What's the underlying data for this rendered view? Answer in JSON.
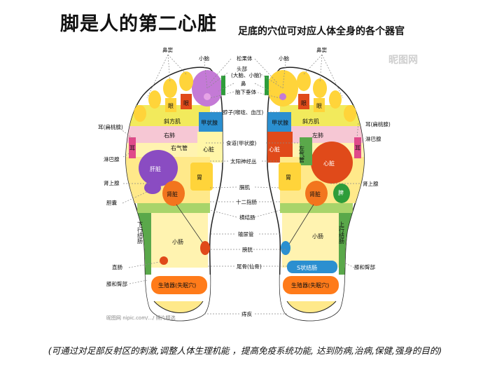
{
  "title": "脚是人的第二心脏",
  "subtitle": "足底的穴位可对应人体全身的各个器官",
  "footer": "(可通过对足部反射区的刺激,调整人体生理机能 ，提高免疫系统功能, 达到防病,治病,保健,强身的目的)",
  "watermark_left": "昵图网 nipic.com/.../ 照片精选",
  "watermark_right": "昵图网",
  "zones": {
    "lung_l": "右肺",
    "lung_r": "左肺",
    "trachea_l": "斜方肌",
    "trachea_r": "斜方肌",
    "bronchus_l": "右气管",
    "bronchus_r": "左气管",
    "liver": "肝脏",
    "heart_l": "心脏",
    "heart_r": "心脏",
    "thyroid_l": "甲状腺",
    "thyroid_r": "甲状腺",
    "stomach_l": "胃",
    "stomach_r": "胃",
    "kidney_l": "肾脏",
    "kidney_r": "肾脏",
    "spleen": "脾",
    "colon_l": "下行结肠",
    "colon_r": "上行结肠",
    "small_int_l": "小肠",
    "small_int_r": "小肠",
    "repro_l": "生殖器(失眠穴)",
    "repro_r": "生殖器(失眠穴)",
    "s_colon": "S状结肠",
    "toe_l1": "眼",
    "toe_l2": "眼",
    "toe_r1": "眼",
    "toe_r2": "眼",
    "ear_l": "耳",
    "ear_r": "耳"
  },
  "labels": {
    "sinus_l": "鼻窦",
    "cerebellum_l": "小脑",
    "pineal": "松果体",
    "cerebellum_r": "小脑",
    "sinus_r": "鼻窦",
    "head": "头部",
    "head_sub": "(大脑、小脑)",
    "nose": "鼻",
    "pituitary": "脑下垂体",
    "neck": "脖子(喉咙、血压)",
    "esophagus": "食道(甲状腺)",
    "solar": "太阳神经丛",
    "diaphragm": "膈肌",
    "duodenum": "十二指肠",
    "transverse": "横结肠",
    "pancreas": "输尿管",
    "bladder": "膀胱",
    "coccyx": "尾骨(仙骨)",
    "anus": "痔疾",
    "ear_tonsil_l": "耳(扁桃腺)",
    "ear_tonsil_r": "耳(扁桃腺)",
    "lymph_l": "淋巴腺",
    "lymph_r": "淋巴腺",
    "adrenal_l": "肾上腺",
    "adrenal_r": "肾上腺",
    "gallbladder": "胆囊",
    "rectum": "直肠",
    "knee_hip_l": "膝和臀部",
    "knee_hip_r": "膝和臀部"
  }
}
